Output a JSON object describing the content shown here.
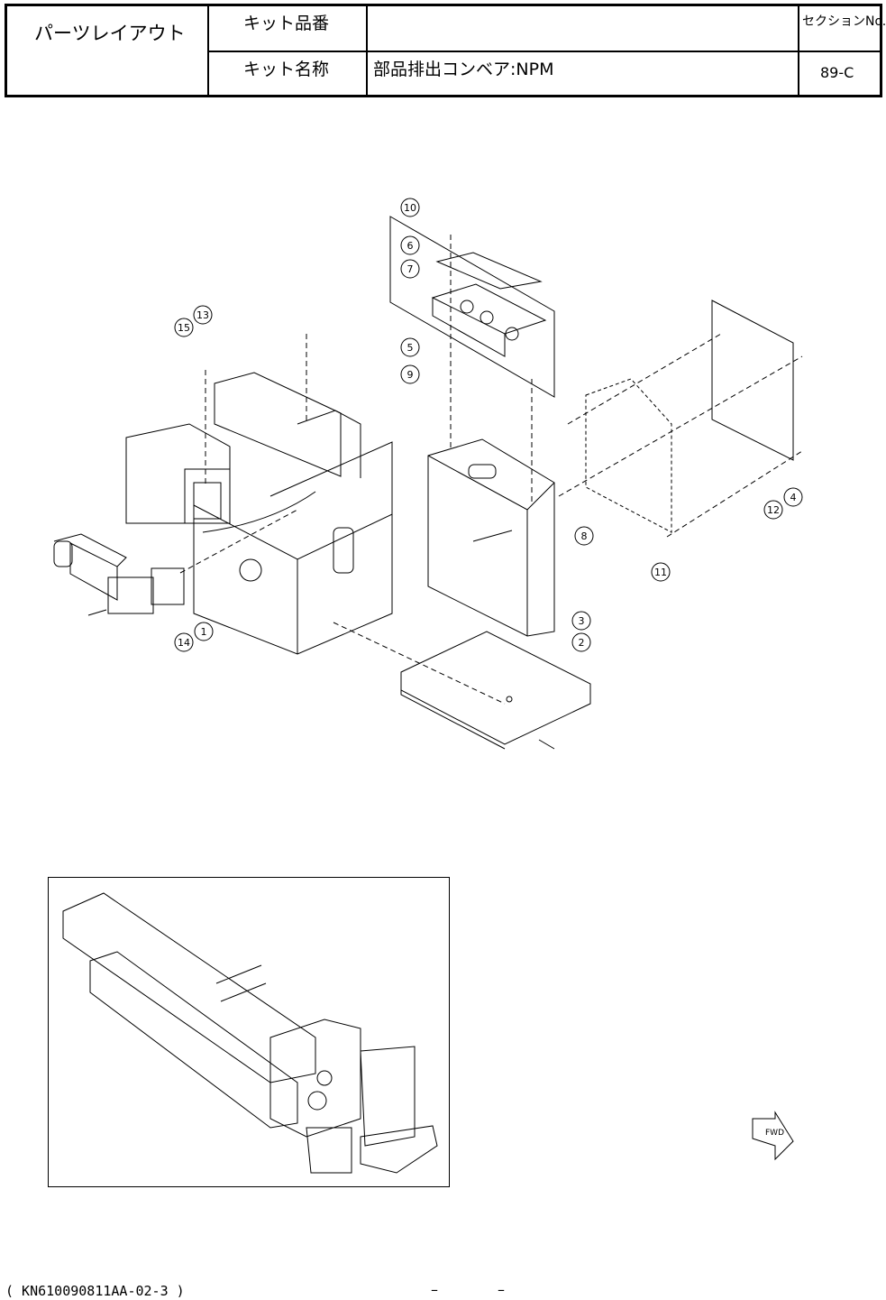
{
  "header": {
    "title": "パーツレイアウト",
    "kit_number_label": "キット品番",
    "kit_number_value": "",
    "kit_name_label": "キット名称",
    "kit_name_value": "部品排出コンベア:NPM",
    "section_label": "セクションNo.",
    "section_value": "89-C"
  },
  "callouts": [
    "1",
    "2",
    "3",
    "4",
    "5",
    "6",
    "7",
    "8",
    "9",
    "10",
    "11",
    "12",
    "13",
    "14",
    "15"
  ],
  "fwd_label": "FWD",
  "footer": {
    "doc_code": "( KN610090811AA-02-3 )",
    "page_left": "–",
    "page_right": "–"
  }
}
